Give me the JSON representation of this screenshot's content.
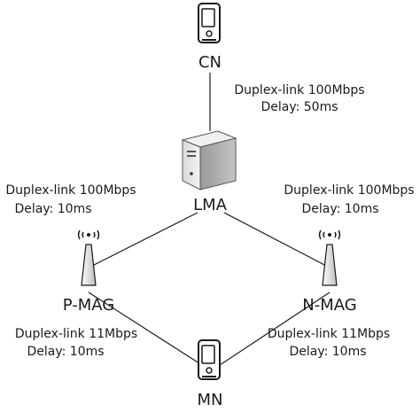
{
  "nodes": {
    "cn": {
      "label": "CN"
    },
    "lma": {
      "label": "LMA"
    },
    "p_mag": {
      "label": "P-MAG"
    },
    "n_mag": {
      "label": "N-MAG"
    },
    "mn": {
      "label": "MN"
    }
  },
  "links": {
    "cn_lma": {
      "line1": "Duplex-link 100Mbps",
      "line2": "Delay: 50ms"
    },
    "lma_pmag": {
      "line1": "Duplex-link 100Mbps",
      "line2": "Delay: 10ms"
    },
    "lma_nmag": {
      "line1": "Duplex-link 100Mbps",
      "line2": "Delay: 10ms"
    },
    "pmag_mn": {
      "line1": "Duplex-link 11Mbps",
      "line2": "Delay: 10ms"
    },
    "nmag_mn": {
      "line1": "Duplex-link 11Mbps",
      "line2": "Delay: 10ms"
    }
  },
  "icons": {
    "cn": "mobile-phone-icon",
    "lma": "server-icon",
    "p_mag": "antenna-icon",
    "n_mag": "antenna-icon",
    "mn": "mobile-phone-icon"
  }
}
